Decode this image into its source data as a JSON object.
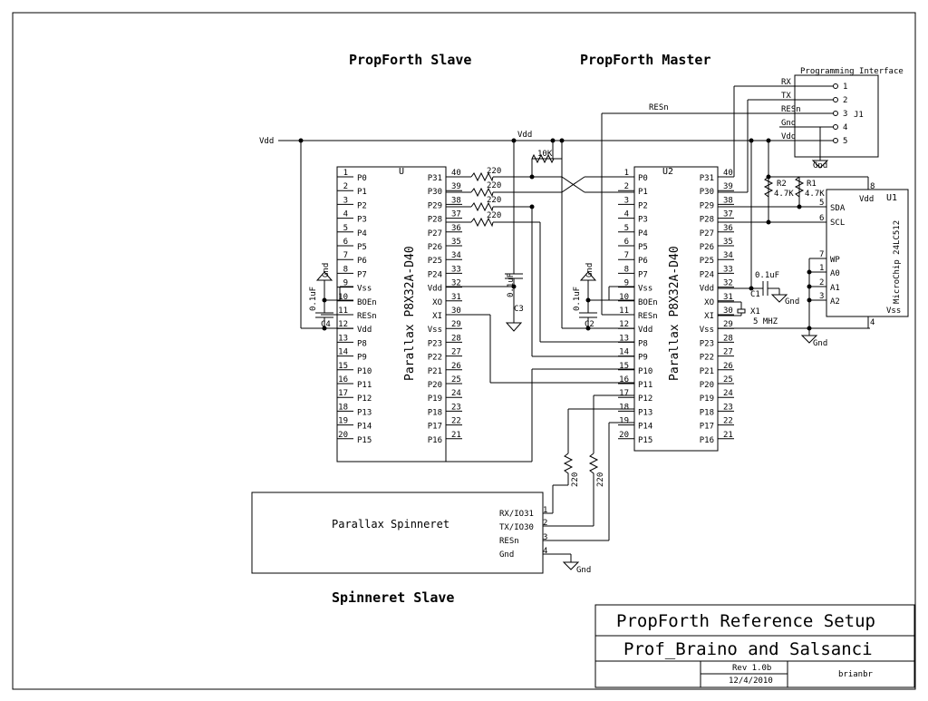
{
  "titles": {
    "slave": "PropForth Slave",
    "master": "PropForth Master",
    "spinneret_slave": "Spinneret Slave"
  },
  "chips": {
    "u": {
      "ref": "U",
      "part": "Parallax P8X32A-D40",
      "left": [
        {
          "num": "1",
          "name": "P0"
        },
        {
          "num": "2",
          "name": "P1"
        },
        {
          "num": "3",
          "name": "P2"
        },
        {
          "num": "4",
          "name": "P3"
        },
        {
          "num": "5",
          "name": "P4"
        },
        {
          "num": "6",
          "name": "P5"
        },
        {
          "num": "7",
          "name": "P6"
        },
        {
          "num": "8",
          "name": "P7"
        },
        {
          "num": "9",
          "name": "Vss"
        },
        {
          "num": "10",
          "name": "BOEn"
        },
        {
          "num": "11",
          "name": "RESn"
        },
        {
          "num": "12",
          "name": "Vdd"
        },
        {
          "num": "13",
          "name": "P8"
        },
        {
          "num": "14",
          "name": "P9"
        },
        {
          "num": "15",
          "name": "P10"
        },
        {
          "num": "16",
          "name": "P11"
        },
        {
          "num": "17",
          "name": "P12"
        },
        {
          "num": "18",
          "name": "P13"
        },
        {
          "num": "19",
          "name": "P14"
        },
        {
          "num": "20",
          "name": "P15"
        }
      ],
      "right": [
        {
          "num": "40",
          "name": "P31"
        },
        {
          "num": "39",
          "name": "P30"
        },
        {
          "num": "38",
          "name": "P29"
        },
        {
          "num": "37",
          "name": "P28"
        },
        {
          "num": "36",
          "name": "P27"
        },
        {
          "num": "35",
          "name": "P26"
        },
        {
          "num": "34",
          "name": "P25"
        },
        {
          "num": "33",
          "name": "P24"
        },
        {
          "num": "32",
          "name": "Vdd"
        },
        {
          "num": "31",
          "name": "XO"
        },
        {
          "num": "30",
          "name": "XI"
        },
        {
          "num": "29",
          "name": "Vss"
        },
        {
          "num": "28",
          "name": "P23"
        },
        {
          "num": "27",
          "name": "P22"
        },
        {
          "num": "26",
          "name": "P21"
        },
        {
          "num": "25",
          "name": "P20"
        },
        {
          "num": "24",
          "name": "P19"
        },
        {
          "num": "23",
          "name": "P18"
        },
        {
          "num": "22",
          "name": "P17"
        },
        {
          "num": "21",
          "name": "P16"
        }
      ]
    },
    "u2": {
      "ref": "U2",
      "part": "Parallax P8X32A-D40",
      "left": [
        {
          "num": "1",
          "name": "P0"
        },
        {
          "num": "2",
          "name": "P1"
        },
        {
          "num": "3",
          "name": "P2"
        },
        {
          "num": "4",
          "name": "P3"
        },
        {
          "num": "5",
          "name": "P4"
        },
        {
          "num": "6",
          "name": "P5"
        },
        {
          "num": "7",
          "name": "P6"
        },
        {
          "num": "8",
          "name": "P7"
        },
        {
          "num": "9",
          "name": "Vss"
        },
        {
          "num": "10",
          "name": "BOEn"
        },
        {
          "num": "11",
          "name": "RESn"
        },
        {
          "num": "12",
          "name": "Vdd"
        },
        {
          "num": "13",
          "name": "P8"
        },
        {
          "num": "14",
          "name": "P9"
        },
        {
          "num": "15",
          "name": "P10"
        },
        {
          "num": "16",
          "name": "P11"
        },
        {
          "num": "17",
          "name": "P12"
        },
        {
          "num": "18",
          "name": "P13"
        },
        {
          "num": "19",
          "name": "P14"
        },
        {
          "num": "20",
          "name": "P15"
        }
      ],
      "right": [
        {
          "num": "40",
          "name": "P31"
        },
        {
          "num": "39",
          "name": "P30"
        },
        {
          "num": "38",
          "name": "P29"
        },
        {
          "num": "37",
          "name": "P28"
        },
        {
          "num": "36",
          "name": "P27"
        },
        {
          "num": "35",
          "name": "P26"
        },
        {
          "num": "34",
          "name": "P25"
        },
        {
          "num": "33",
          "name": "P24"
        },
        {
          "num": "32",
          "name": "Vdd"
        },
        {
          "num": "31",
          "name": "XO"
        },
        {
          "num": "30",
          "name": "XI"
        },
        {
          "num": "29",
          "name": "Vss"
        },
        {
          "num": "28",
          "name": "P23"
        },
        {
          "num": "27",
          "name": "P22"
        },
        {
          "num": "26",
          "name": "P21"
        },
        {
          "num": "25",
          "name": "P20"
        },
        {
          "num": "24",
          "name": "P19"
        },
        {
          "num": "23",
          "name": "P18"
        },
        {
          "num": "22",
          "name": "P17"
        },
        {
          "num": "21",
          "name": "P16"
        }
      ]
    },
    "u1": {
      "ref": "U1",
      "part": "MicroChip 24LC512",
      "pins": [
        {
          "num": "8",
          "name": "Vdd"
        },
        {
          "num": "5",
          "name": "SDA"
        },
        {
          "num": "6",
          "name": "SCL"
        },
        {
          "num": "7",
          "name": "WP"
        },
        {
          "num": "1",
          "name": "A0"
        },
        {
          "num": "2",
          "name": "A1"
        },
        {
          "num": "3",
          "name": "A2"
        },
        {
          "num": "4",
          "name": "Vss"
        }
      ]
    }
  },
  "header": {
    "title": "Programming Interface",
    "ref": "J1",
    "pins": [
      {
        "num": "1",
        "name": "RX"
      },
      {
        "num": "2",
        "name": "TX"
      },
      {
        "num": "3",
        "name": "RESn"
      },
      {
        "num": "4",
        "name": "Gnd"
      },
      {
        "num": "5",
        "name": "Vdd"
      }
    ]
  },
  "spinneret": {
    "title": "Parallax Spinneret",
    "pins": [
      {
        "num": "1",
        "name": "RX/IO31"
      },
      {
        "num": "2",
        "name": "TX/IO30"
      },
      {
        "num": "3",
        "name": "RESn"
      },
      {
        "num": "4",
        "name": "Gnd"
      }
    ]
  },
  "nets": {
    "vdd": "Vdd",
    "gnd": "Gnd",
    "resn": "RESn"
  },
  "components": {
    "r_220": "220",
    "r_10k": "10K",
    "r1": "R1",
    "r2": "R2",
    "r_4k7": "4.7K",
    "cap_value": "0.1uF",
    "c1": "C1",
    "c2": "C2",
    "c3": "C3",
    "c4": "C4",
    "x1": "X1",
    "x1_freq": "5 MHZ"
  },
  "title_block": {
    "title": "PropForth Reference Setup",
    "authors": "Prof_Braino and Salsanci",
    "rev": "Rev 1.0b",
    "date": "12/4/2010",
    "drawn_by": "brianbr"
  }
}
